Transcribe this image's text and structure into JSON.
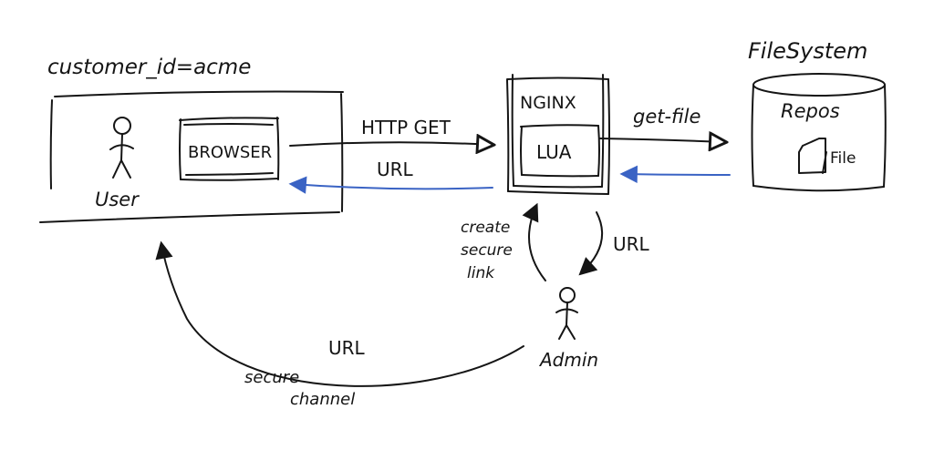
{
  "customer_label": "customer_id=acme",
  "nodes": {
    "user": "User",
    "browser": "BROWSER",
    "nginx": "NGINX",
    "lua": "LUA",
    "filesystem": "FileSystem",
    "repos": "Repos",
    "file": "File",
    "admin": "Admin"
  },
  "edges": {
    "http_get": "HTTP GET",
    "url_to_browser": "URL",
    "get_file": "get-file",
    "create_secure_link": [
      "create",
      "secure",
      "link"
    ],
    "url_to_admin": "URL",
    "url_secure_channel": "URL",
    "secure_channel": [
      "secure",
      "channel"
    ]
  },
  "colors": {
    "ink": "#151515",
    "response_arrow": "#3a63c4"
  }
}
